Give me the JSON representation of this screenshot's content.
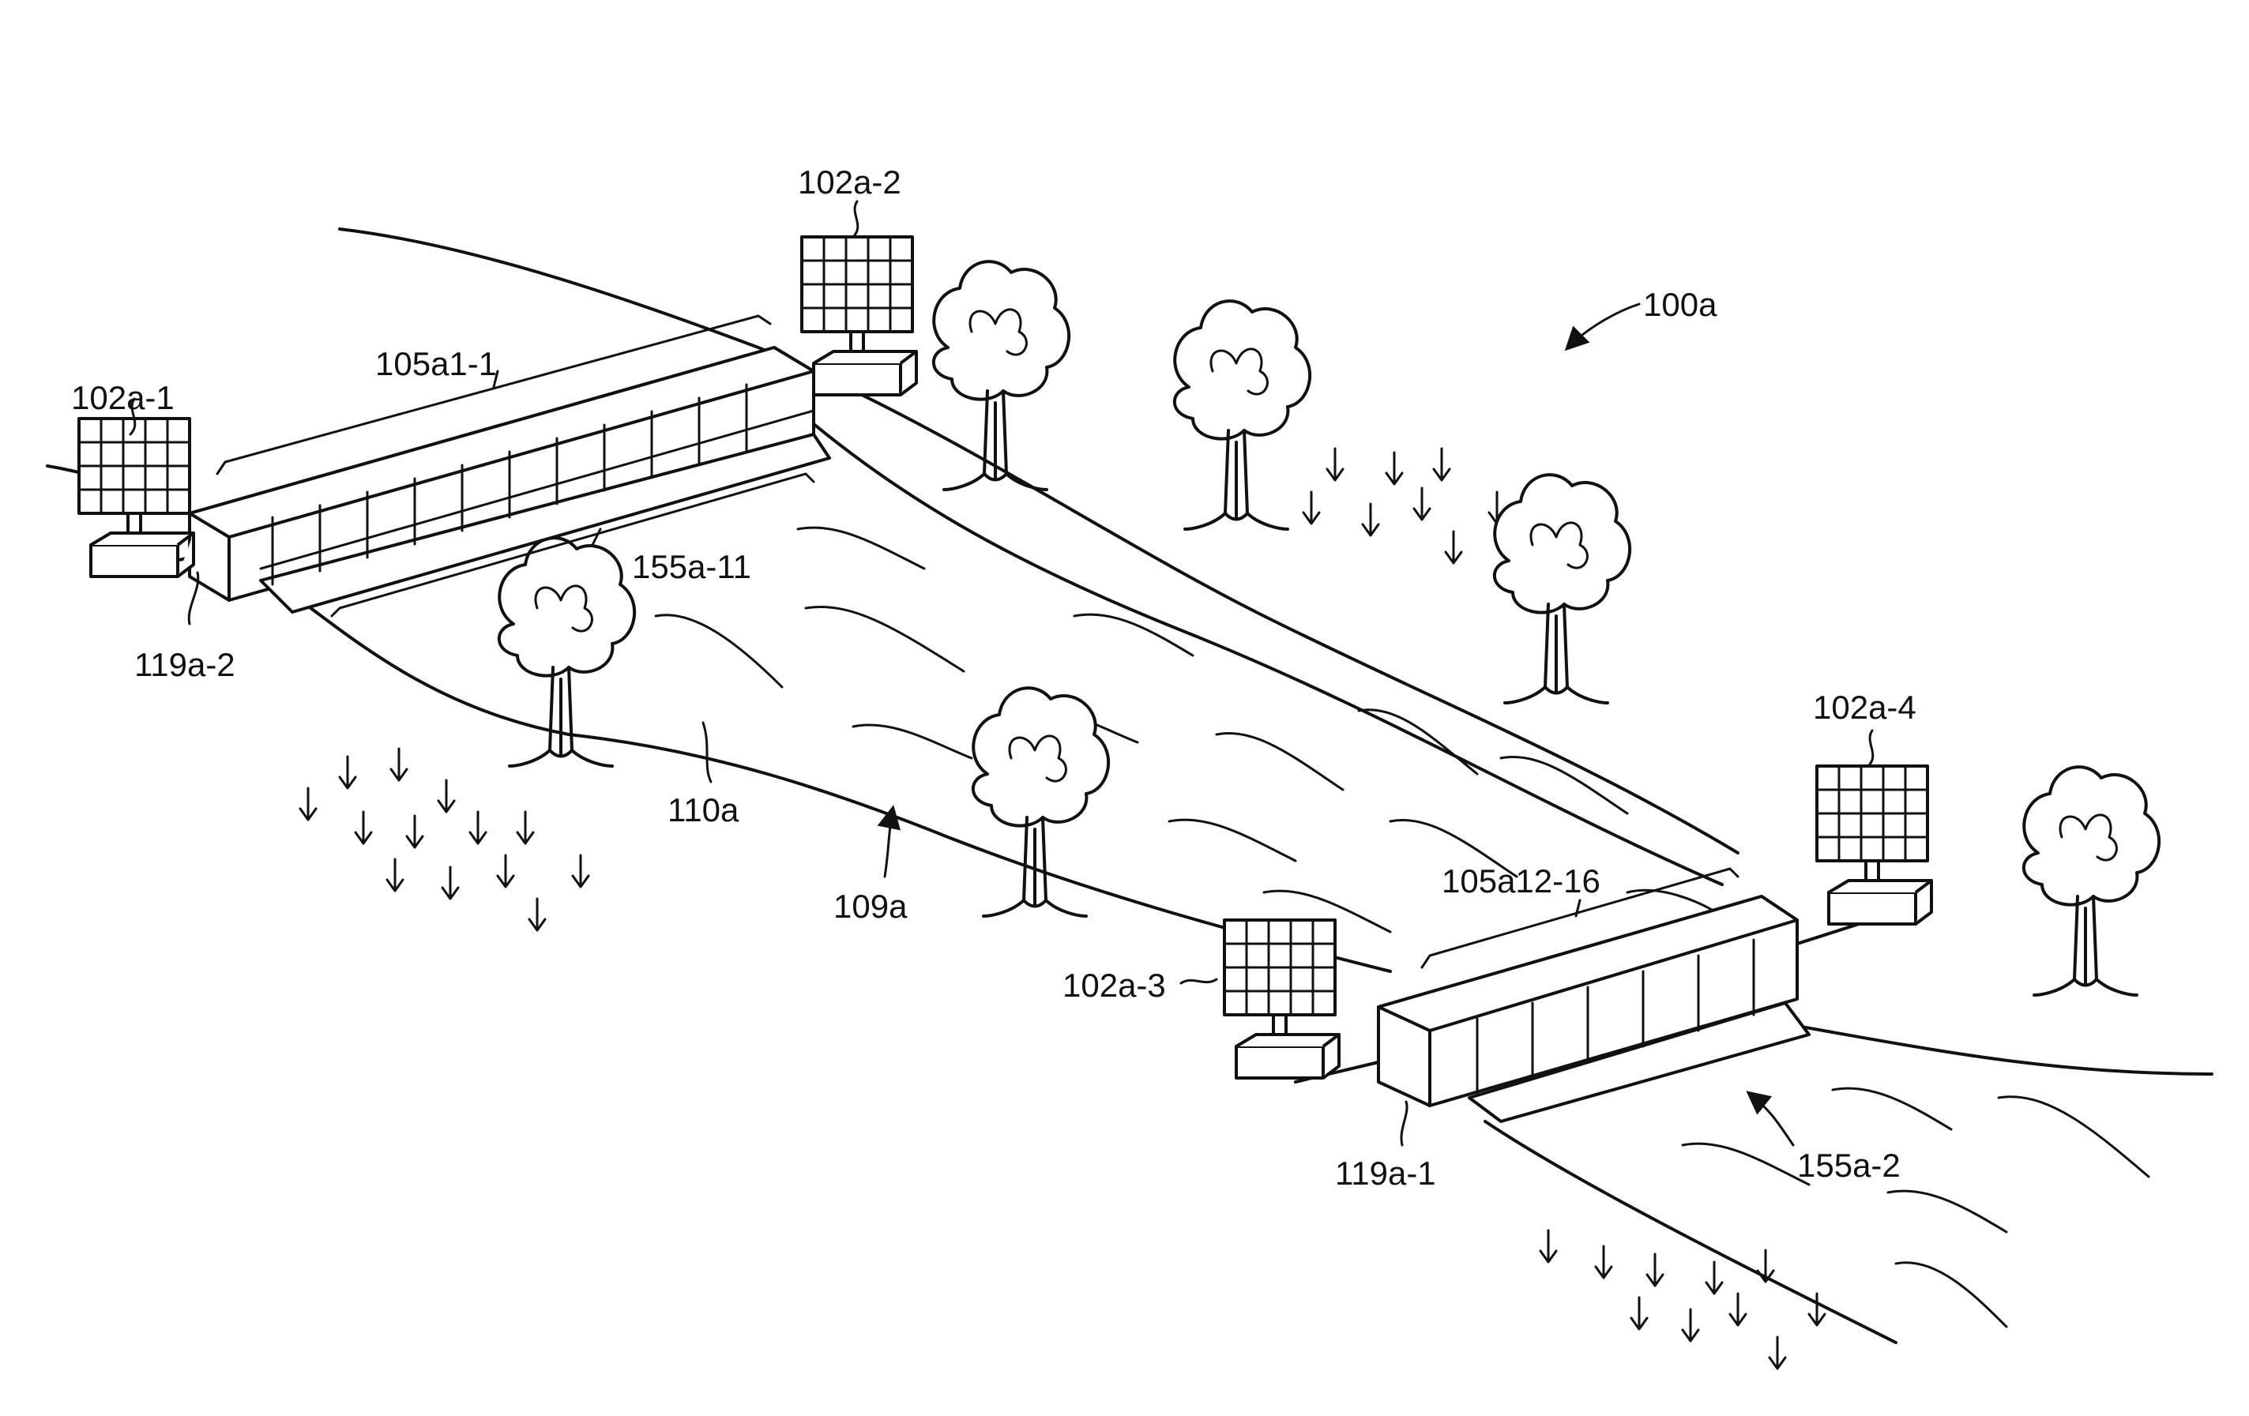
{
  "figure": {
    "ref": "100a"
  },
  "labels": {
    "panel_1": "102a-1",
    "panel_2": "102a-2",
    "panel_3": "102a-3",
    "panel_4": "102a-4",
    "array_1": "105a1-1",
    "array_2": "105a12-16",
    "ramp_1": "155a-11",
    "ramp_2": "155a-2",
    "pipe_1": "119a-2",
    "pipe_2": "119a-1",
    "water": "110a",
    "bank": "109a"
  }
}
